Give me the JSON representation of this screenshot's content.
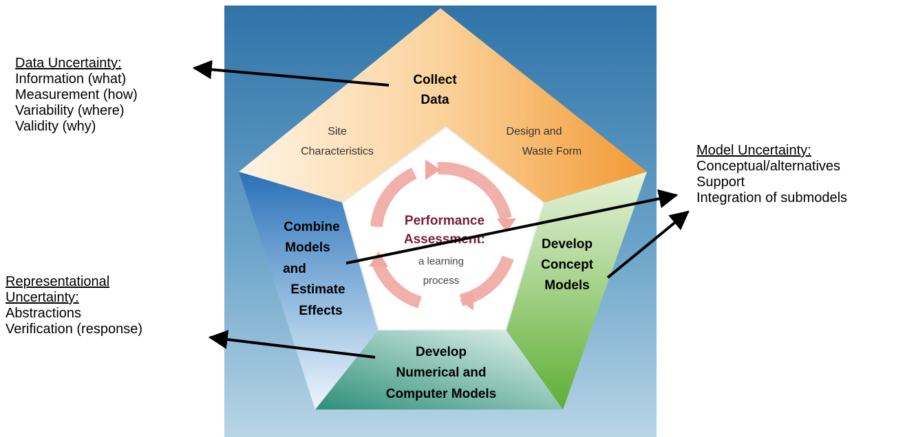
{
  "annotations": {
    "data_uncertainty": {
      "heading": "Data Uncertainty:",
      "lines": [
        "Information (what)",
        "Measurement (how)",
        "Variability (where)",
        "Validity (why)"
      ]
    },
    "model_uncertainty": {
      "heading": "Model Uncertainty:",
      "lines": [
        "Conceptual/alternatives",
        "Support",
        "Integration of submodels"
      ]
    },
    "representational_uncertainty": {
      "heading": [
        "Representational",
        "Uncertainty:"
      ],
      "lines": [
        "Abstractions",
        "Verification (response)"
      ]
    }
  },
  "pentagon": {
    "top": {
      "title": [
        "Collect",
        "Data"
      ],
      "left_sub": [
        "Site",
        "Characteristics"
      ],
      "right_sub": [
        "Design and",
        "Waste Form"
      ]
    },
    "right": {
      "title": [
        "Develop",
        "Concept",
        "Models"
      ]
    },
    "bottom": {
      "title": [
        "Develop",
        "Numerical and",
        "Computer Models"
      ]
    },
    "left": {
      "title": [
        "Combine",
        "Models",
        "and",
        "Estimate",
        "Effects"
      ]
    },
    "center": {
      "title": [
        "Performance",
        "Assessment:"
      ],
      "sub": [
        "a learning",
        "process"
      ]
    }
  },
  "colors": {
    "background_top": "#2f73a8",
    "background_bottom": "#b8d5e6",
    "orange": "#f3a64b",
    "green": "#6fb844",
    "teal": "#3aa08a",
    "blue": "#2e78bd",
    "cycle_arrows": "#f0a8a0",
    "center_title": "#7a1b3c"
  }
}
